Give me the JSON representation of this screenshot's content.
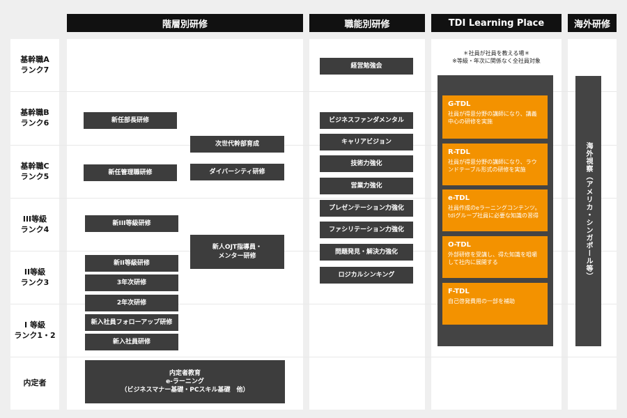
{
  "headers": {
    "tiered": "階層別研修",
    "functional": "職能別研修",
    "tdi": "TDI Learning Place",
    "overseas": "海外研修"
  },
  "rows": [
    "基幹職A\nランク7",
    "基幹職B\nランク6",
    "基幹職C\nランク5",
    "III等級\nランク4",
    "II等級\nランク3",
    "I 等級\nランク1・2",
    "内定者"
  ],
  "tiered": {
    "new_manager_director": "新任部長研修",
    "next_gen_leader": "次世代幹部育成",
    "new_manager": "新任管理職研修",
    "diversity": "ダイバーシティ研修",
    "new_grade3": "新III等級研修",
    "ojt_mentor": "新人OJT指導員・\nメンター研修",
    "new_grade2": "新II等級研修",
    "year3": "3年次研修",
    "year2": "2年次研修",
    "followup": "新入社員フォローアップ研修",
    "new_employee": "新入社員研修",
    "pre_hire": "内定者教育\ne-ラーニング\n（ビジネスマナー基礎・PCスキル基礎　他）"
  },
  "functional": {
    "items": [
      "経営勉強会",
      "ビジネスファンダメンタル",
      "キャリアビジョン",
      "技術力強化",
      "営業力強化",
      "プレゼンテーション力強化",
      "ファシリテーション力強化",
      "問題発見・解決力強化",
      "ロジカルシンキング"
    ]
  },
  "tdi": {
    "note": "＊社員が社員を教える場＊\n※等級・年次に関係なく全社員対象",
    "cards": [
      {
        "title": "G-TDL",
        "desc": "社員が得意分野の講師になり、講義中心の研修を実施"
      },
      {
        "title": "R-TDL",
        "desc": "社員が得意分野の講師になり、ラウンドテーブル形式の研修を実施"
      },
      {
        "title": "e-TDL",
        "desc": "社員作成のeラーニングコンテンツ。tdiグループ社員に必要な知識の習得"
      },
      {
        "title": "O-TDL",
        "desc": "外部研修を受講し、得た知識を咀嚼して社内に展開する"
      },
      {
        "title": "F-TDL",
        "desc": "自己啓発費用の一部を補助"
      }
    ]
  },
  "overseas": {
    "label": "海外視察（アメリカ・シンガポール等）"
  },
  "colors": {
    "header": "#111111",
    "box": "#3d3d3d",
    "tdl_card": "#f39200"
  }
}
